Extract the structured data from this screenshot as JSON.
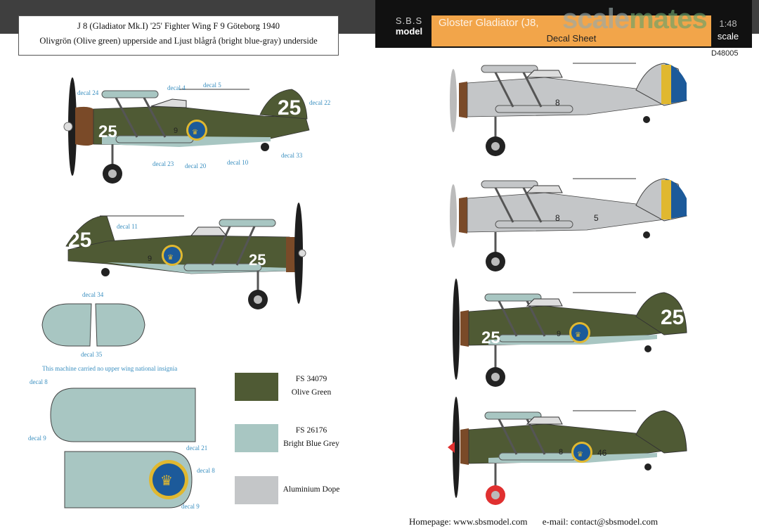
{
  "header": {
    "title_line1": "J 8 (Gladiator Mk.I) '25' Fighter Wing F 9 Göteborg 1940",
    "title_line2": "Olivgrön (Olive green) upperside and Ljust blågrå (bright blue-gray) underside",
    "brand_top": "S.B.S",
    "brand_bottom": "model",
    "product_name": "Gloster Gladiator (J8,",
    "product_sub": "Decal Sheet",
    "scale_top": "1:48",
    "scale_bottom": "scale",
    "watermark_a": "scale",
    "watermark_b": "mates",
    "code": "D48005"
  },
  "decals": {
    "d24": "decal 24",
    "d4": "decal 4",
    "d5": "decal 5",
    "d22": "decal 22",
    "d23": "decal 23",
    "d20": "decal 20",
    "d10": "decal 10",
    "d33": "decal 33",
    "d11": "decal 11",
    "d34": "decal 34",
    "d35": "decal 35",
    "d8a": "decal 8",
    "d9a": "decal 9",
    "d21": "decal 21",
    "d8b": "decal 8",
    "d9b": "decal 9"
  },
  "note": "This machine carried no upper wing national insignia",
  "swatches": [
    {
      "code": "FS 34079",
      "name": "Olive Green",
      "color": "#4f5a34"
    },
    {
      "code": "FS 26176",
      "name": "Bright Blue Grey",
      "color": "#a8c6c2"
    },
    {
      "code": "",
      "name": "Aluminium Dope",
      "color": "#c4c6c8"
    }
  ],
  "aircraft_numbers": {
    "main": "25",
    "side": "9",
    "silver1": "8",
    "silver2a": "8",
    "silver2b": "5",
    "green": "25",
    "green_side": "9",
    "last": "8",
    "last_b": "46"
  },
  "footer": {
    "homepage": "Homepage: www.sbsmodel.com",
    "email": "e-mail: contact@sbsmodel.com"
  }
}
